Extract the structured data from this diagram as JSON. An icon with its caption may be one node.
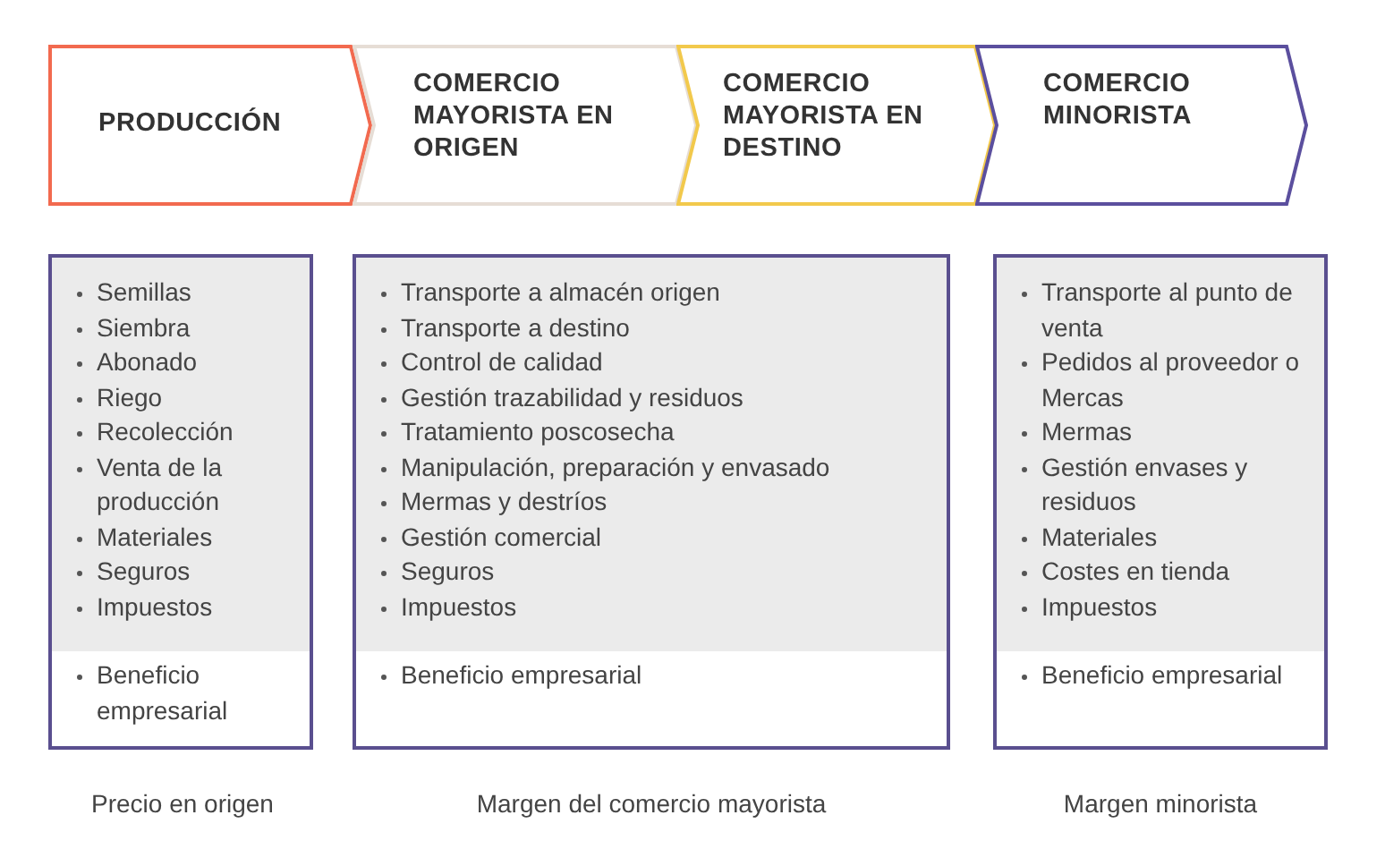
{
  "diagram": {
    "nodes": [
      {
        "text": [
          "PRODUCCIÓN"
        ]
      },
      {
        "text": [
          "COMERCIO MAYORISTA EN ORIGEN"
        ]
      },
      {
        "text": [
          "COMERCIO MAYORISTA EN DESTINO"
        ]
      },
      {
        "text": [
          "COMERCIO MINORISTA"
        ]
      },
      {
        "text": [
          "Semillas",
          "Siembra",
          "Abonado",
          "Riego",
          "Recolección",
          "Venta de la producción",
          "Materiales",
          "Seguros",
          "Impuestos",
          "Beneficio empresarial"
        ],
        "beside": [
          "Precio en origen"
        ]
      },
      {
        "text": [
          "Transporte a almacén origen",
          "Transporte a destino",
          "Control de calidad",
          "Gestión trazabilidad y residuos",
          "Tratamiento poscosecha",
          "Manipulación, preparación y envasado",
          "Mermas y destríos",
          "Gestión comercial",
          "Seguros",
          "Impuestos",
          "Beneficio empresarial"
        ],
        "beside": [
          "Margen del comercio mayorista"
        ]
      },
      {
        "text": [
          "Transporte al punto de venta",
          "Pedidos al proveedor o Mercas",
          "Mermas",
          "Gestión envases y residuos",
          "Materiales",
          "Costes en tienda",
          "Impuestos",
          "Beneficio empresarial"
        ],
        "beside": [
          "Margen minorista"
        ]
      }
    ],
    "edges": []
  }
}
